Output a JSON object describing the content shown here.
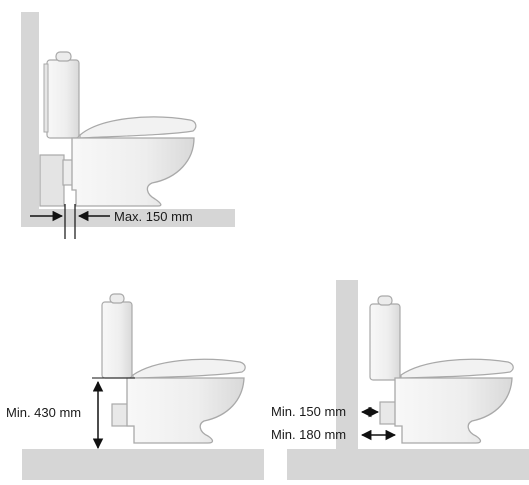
{
  "diagrams": [
    {
      "id": "top",
      "label": "Max. 150 mm"
    },
    {
      "id": "bottom-left",
      "label": "Min. 430 mm"
    },
    {
      "id": "bottom-right",
      "labels": [
        "Min. 150 mm",
        "Min. 180 mm"
      ]
    }
  ],
  "colors": {
    "wall_floor": "#d6d6d6",
    "fixture_fill": "#f3f3f3",
    "fixture_stroke": "#a9a9a9",
    "arrow": "#111111"
  }
}
